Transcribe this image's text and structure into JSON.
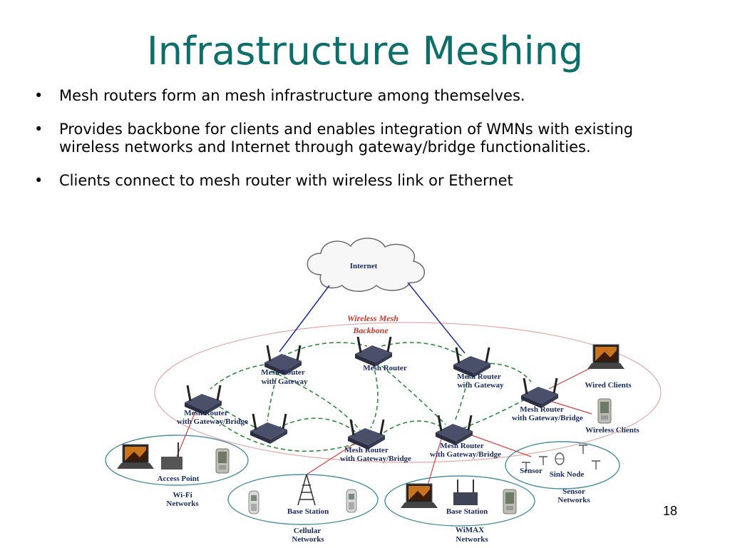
{
  "title": "Infrastructure Meshing",
  "bullets": [
    "Mesh routers form an mesh infrastructure among themselves.",
    "Provides backbone for clients and enables integration of WMNs with existing wireless networks and Internet through gateway/bridge functionalities.",
    "Clients connect to mesh router with wireless link or Ethernet"
  ],
  "slide_number": "18",
  "diagram": {
    "internet": "Internet",
    "backbone_line1": "Wireless Mesh",
    "backbone_line2": "Backbone",
    "routers": {
      "r1_line1": "Mesh Router",
      "r1_line2": "with Gateway",
      "r2": "Mesh Router",
      "r3_line1": "Mesh Router",
      "r3_line2": "with Gateway",
      "r4_line1": "Mesh Router",
      "r4_line2": "with Gateway/Bridge",
      "r5_line1": "Mesh Router",
      "r5_line2": "with Gateway/Bridge",
      "r6_line1": "Mesh Router",
      "r6_line2": "with Gateway/Bridge",
      "r7_line1": "Mesh Router",
      "r7_line2": "with Gateway/Bridge"
    },
    "wired_clients": "Wired Clients",
    "wireless_clients": "Wireless Clients",
    "access_point": "Access Point",
    "wifi_line1": "Wi-Fi",
    "wifi_line2": "Networks",
    "cell_base_station": "Base Station",
    "cellular_line1": "Cellular",
    "cellular_line2": "Networks",
    "wimax_base_station": "Base Station",
    "wimax_line1": "WiMAX",
    "wimax_line2": "Networks",
    "sensor": "Sensor",
    "sink_node": "Sink Node",
    "sensor_line1": "Sensor",
    "sensor_line2": "Networks"
  },
  "colors": {
    "title": "#0d6e6a",
    "backbone_label": "#c0392b",
    "mesh_link": "#2e8b3a",
    "internet_link": "#1f2f8f",
    "client_link": "#d04040",
    "ellipse": "#e6a6a6",
    "network_ellipse": "#4a8fa0"
  }
}
